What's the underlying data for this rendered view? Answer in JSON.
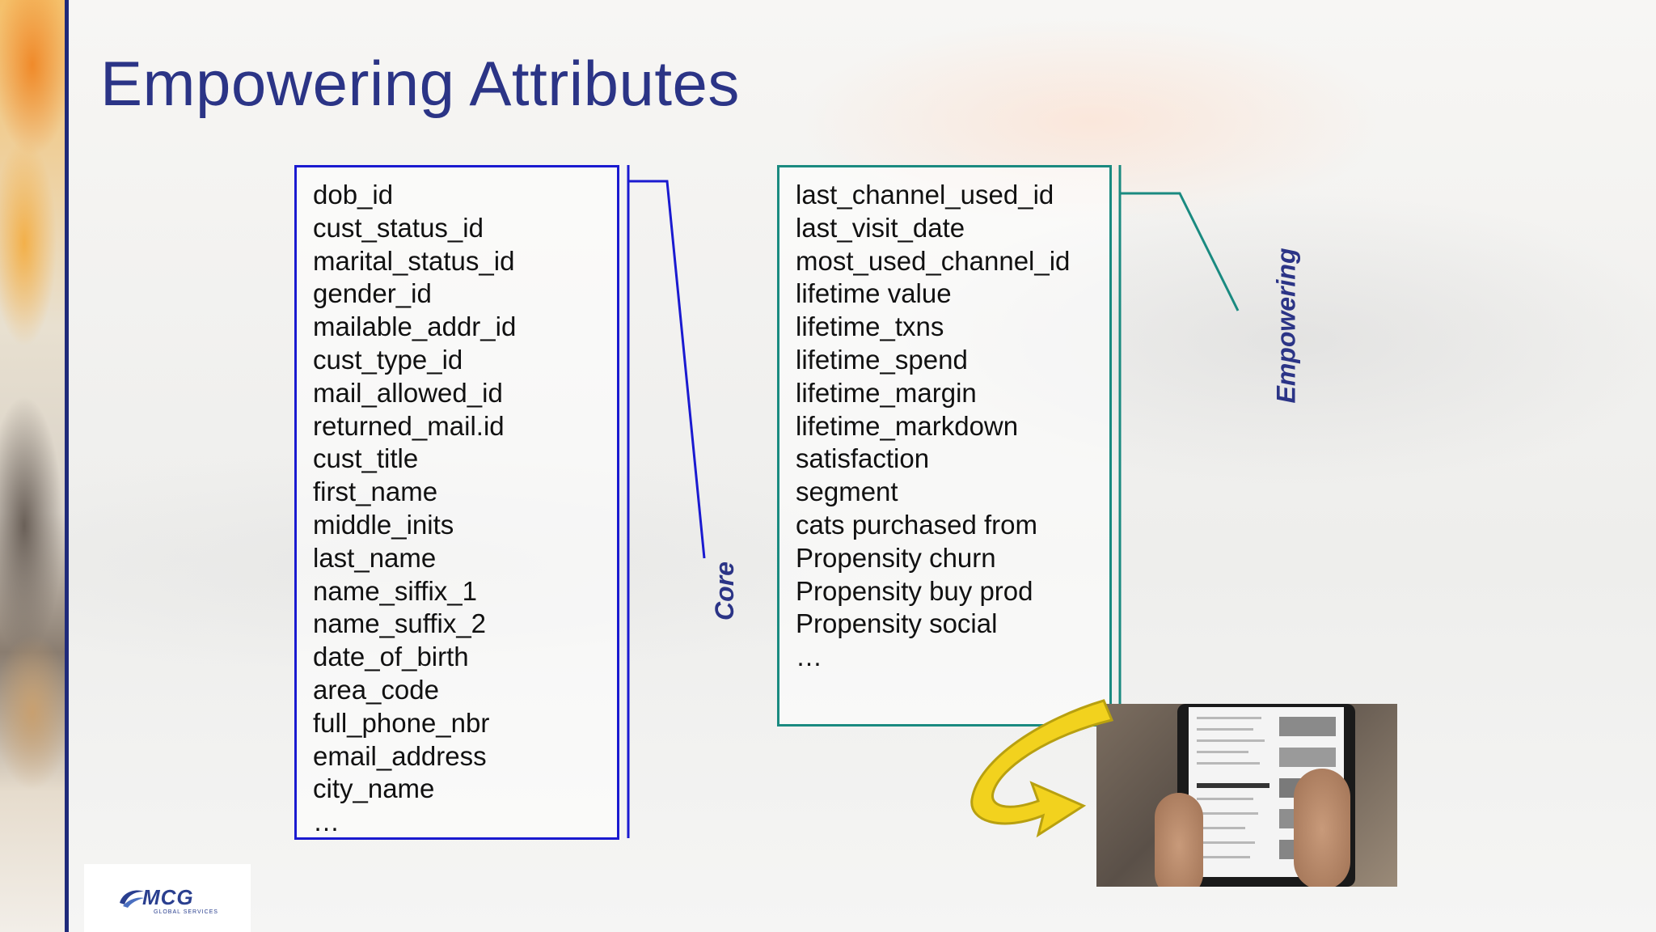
{
  "slide": {
    "title": "Empowering Attributes"
  },
  "core": {
    "label": "Core",
    "attributes": [
      "dob_id",
      "cust_status_id",
      "marital_status_id",
      "gender_id",
      "mailable_addr_id",
      "cust_type_id",
      "mail_allowed_id",
      "returned_mail.id",
      "cust_title",
      "first_name",
      "middle_inits",
      "last_name",
      "name_siffix_1",
      "name_suffix_2",
      "date_of_birth",
      "area_code",
      "full_phone_nbr",
      "email_address",
      "city_name",
      "…"
    ]
  },
  "empowering": {
    "label": "Empowering",
    "attributes": [
      "last_channel_used_id",
      "last_visit_date",
      "most_used_channel_id",
      "lifetime value",
      "lifetime_txns",
      "lifetime_spend",
      "lifetime_margin",
      "lifetime_markdown",
      "satisfaction",
      "segment",
      "cats purchased from",
      "Propensity churn",
      "Propensity buy prod",
      "Propensity social",
      "…"
    ]
  },
  "logo": {
    "name": "MCG",
    "subtitle": "GLOBAL SERVICES",
    "icon": "swoosh-icon"
  },
  "colors": {
    "title": "#2b3486",
    "core_border": "#1a1ad0",
    "empowering_border": "#1a8a80",
    "arrow": "#f2d21e"
  }
}
